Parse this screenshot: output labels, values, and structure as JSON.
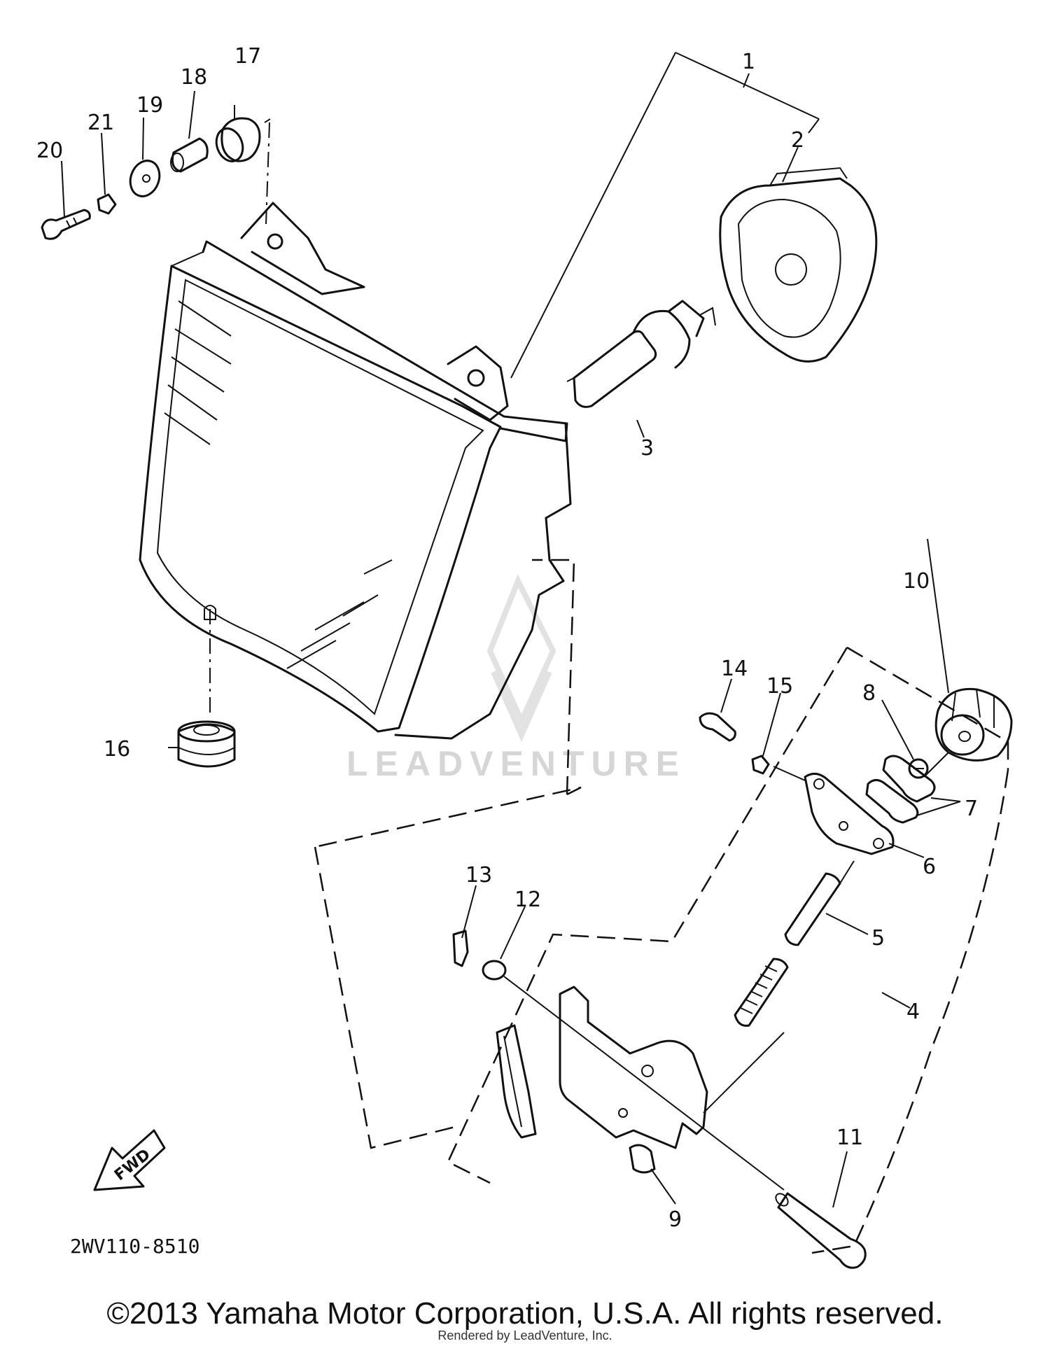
{
  "part_labels": [
    "1",
    "2",
    "3",
    "4",
    "5",
    "6",
    "7",
    "8",
    "9",
    "10",
    "11",
    "12",
    "13",
    "14",
    "15",
    "16",
    "17",
    "18",
    "19",
    "20",
    "21"
  ],
  "diagram_code": "2WV110-8510",
  "fwd_label": "FWD",
  "watermark": "LEADVENTURE",
  "copyright": "©2013 Yamaha Motor Corporation, U.S.A. All rights reserved.",
  "rendered_by": "Rendered by LeadVenture, Inc."
}
